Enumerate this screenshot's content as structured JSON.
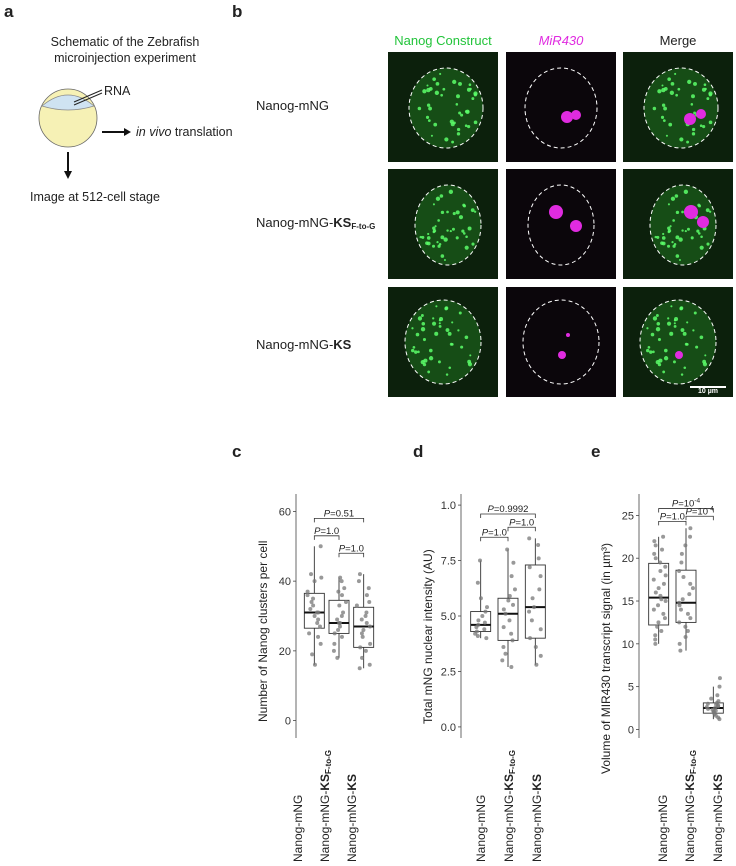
{
  "panel_a": {
    "label": "a",
    "title_line1": "Schematic of the Zebrafish",
    "title_line2": "microinjection experiment",
    "rna_label": "RNA",
    "translation_italic": "in vivo",
    "translation_rest": " translation",
    "image_label": "Image at 512-cell stage",
    "colors": {
      "embryo_yolk": "#f6f1b5",
      "cells": "#cfe3f2"
    }
  },
  "panel_b": {
    "label": "b",
    "columns": [
      "Nanog Construct",
      "MiR430",
      "Merge"
    ],
    "rows": [
      {
        "base": "Nanog-mNG",
        "bold": "",
        "subscript": ""
      },
      {
        "base": "Nanog-mNG-",
        "bold": "KS",
        "subscript": "F-to-G"
      },
      {
        "base": "Nanog-mNG-",
        "bold": "KS",
        "subscript": ""
      }
    ],
    "scale_bar": "10 µm",
    "colors": {
      "green": "#22c43a",
      "magenta": "#e02be0"
    }
  },
  "categories": [
    {
      "base": "Nanog-mNG",
      "bold": "",
      "subscript": ""
    },
    {
      "base": "Nanog-mNG-",
      "bold": "KS",
      "subscript": "F-to-G"
    },
    {
      "base": "Nanog-mNG-",
      "bold": "KS",
      "subscript": ""
    }
  ],
  "chart_data": [
    {
      "panel": "c",
      "type": "box",
      "ylabel": "Number of Nanog clusters per cell",
      "ylim": [
        -5,
        65
      ],
      "yticks": [
        0,
        20,
        40,
        60
      ],
      "ytick_labels": [
        "0",
        "20",
        "40",
        "60"
      ],
      "boxes": [
        {
          "min": 16,
          "q1": 26.5,
          "median": 31,
          "q3": 36.5,
          "max": 50
        },
        {
          "min": 18,
          "q1": 25,
          "median": 28,
          "q3": 34.5,
          "max": 41
        },
        {
          "min": 15,
          "q1": 21,
          "median": 27,
          "q3": 32.5,
          "max": 42
        }
      ],
      "points": [
        [
          16,
          19,
          22,
          24,
          25,
          27,
          28,
          29,
          30,
          31,
          31,
          32,
          33,
          34,
          35,
          36,
          37,
          40,
          41,
          42,
          50
        ],
        [
          18,
          20,
          22,
          24,
          25,
          26,
          27,
          28,
          28,
          29,
          30,
          31,
          33,
          34,
          36,
          37,
          38,
          40,
          41
        ],
        [
          15,
          16,
          18,
          20,
          21,
          22,
          24,
          25,
          26,
          27,
          28,
          29,
          30,
          31,
          33,
          34,
          36,
          38,
          40,
          42
        ]
      ],
      "comparisons": [
        {
          "from": 0,
          "to": 2,
          "label": "=0.51",
          "y": 58
        },
        {
          "from": 0,
          "to": 1,
          "label": "=1.0",
          "y": 53
        },
        {
          "from": 1,
          "to": 2,
          "label": "=1.0",
          "y": 48
        }
      ]
    },
    {
      "panel": "d",
      "type": "box",
      "ylabel": "Total mNG nuclear intensity (AU)",
      "ylim": [
        -0.5,
        10.5
      ],
      "yticks": [
        0,
        2.5,
        5,
        7.5,
        10
      ],
      "ytick_labels": [
        "0.0",
        "2.5",
        "5.0",
        "7.5",
        "1.0"
      ],
      "boxes": [
        {
          "min": 4.0,
          "q1": 4.3,
          "median": 4.6,
          "q3": 5.2,
          "max": 7.5
        },
        {
          "min": 2.7,
          "q1": 3.9,
          "median": 5.1,
          "q3": 5.8,
          "max": 8.0
        },
        {
          "min": 2.8,
          "q1": 4.0,
          "median": 5.4,
          "q3": 7.3,
          "max": 8.5
        }
      ],
      "points": [
        [
          4.0,
          4.1,
          4.2,
          4.3,
          4.4,
          4.5,
          4.6,
          4.7,
          4.8,
          5.0,
          5.2,
          5.4,
          5.8,
          6.5,
          7.5
        ],
        [
          2.7,
          3.0,
          3.3,
          3.6,
          3.9,
          4.2,
          4.5,
          4.8,
          5.1,
          5.3,
          5.5,
          5.7,
          5.9,
          6.2,
          6.8,
          7.4,
          8.0
        ],
        [
          2.8,
          3.2,
          3.6,
          4.0,
          4.4,
          4.8,
          5.2,
          5.4,
          5.8,
          6.2,
          6.8,
          7.2,
          7.6,
          8.2,
          8.5
        ]
      ],
      "comparisons": [
        {
          "from": 0,
          "to": 2,
          "label": "=0.9992",
          "y": 9.6
        },
        {
          "from": 0,
          "to": 1,
          "label": "=1.0",
          "y": 8.55
        },
        {
          "from": 1,
          "to": 2,
          "label": "=1.0",
          "y": 9.0
        }
      ]
    },
    {
      "panel": "e",
      "type": "box",
      "ylabel": "Volume of MIR430 transcript signal (in µm³)",
      "ylim": [
        -1,
        27.5
      ],
      "yticks": [
        0,
        5,
        10,
        15,
        20,
        25
      ],
      "ytick_labels": [
        "0",
        "5",
        "10",
        "15",
        "20",
        "25"
      ],
      "boxes": [
        {
          "min": 10,
          "q1": 12.2,
          "median": 15.4,
          "q3": 19.4,
          "max": 22.5
        },
        {
          "min": 9.2,
          "q1": 12.5,
          "median": 14.8,
          "q3": 18.6,
          "max": 23.5
        },
        {
          "min": 1.2,
          "q1": 1.9,
          "median": 2.5,
          "q3": 3.1,
          "max": 5
        }
      ],
      "points": [
        [
          10,
          10.5,
          11,
          11.5,
          12,
          12.5,
          13,
          13.5,
          14,
          14.5,
          15,
          15.2,
          15.6,
          16,
          16.5,
          17,
          17.5,
          18,
          18.5,
          19,
          19.5,
          20,
          20.5,
          21,
          21.5,
          22,
          22.5
        ],
        [
          9.2,
          10,
          10.8,
          11.5,
          12,
          12.5,
          13,
          13.5,
          14,
          14.5,
          14.8,
          15.2,
          15.8,
          16.5,
          17,
          17.8,
          18.5,
          19.5,
          20.5,
          21.5,
          22.5,
          23.5
        ],
        [
          1.2,
          1.4,
          1.6,
          1.8,
          2.0,
          2.1,
          2.2,
          2.3,
          2.4,
          2.5,
          2.6,
          2.7,
          2.8,
          2.9,
          3.0,
          3.1,
          3.3,
          3.6,
          4.0,
          5.0,
          6.0
        ]
      ],
      "comparisons": [
        {
          "from": 0,
          "to": 2,
          "label": "=10",
          "exp": "-4",
          "y": 25.8
        },
        {
          "from": 0,
          "to": 1,
          "label": "=1.0",
          "y": 24.3
        },
        {
          "from": 1,
          "to": 2,
          "label": "=10",
          "exp": "-4",
          "y": 24.9
        }
      ]
    }
  ],
  "p_letter": "P"
}
